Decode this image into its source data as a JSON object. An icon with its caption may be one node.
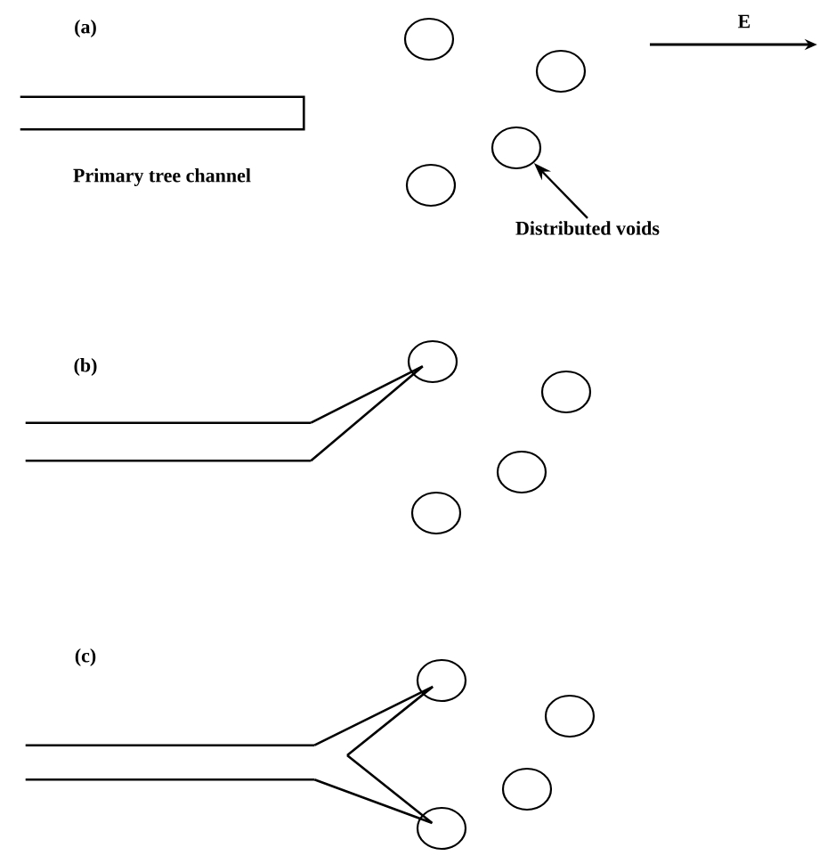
{
  "diagram": {
    "nodes": [
      {
        "text": [],
        "shape": "bar",
        "beside": [
          "Primary tree channel"
        ]
      },
      {
        "text": [],
        "shape": "circle"
      },
      {
        "text": [],
        "shape": "circle"
      },
      {
        "text": [],
        "shape": "circle"
      },
      {
        "text": [],
        "shape": "circle"
      },
      {
        "text": [
          "Distributed voids"
        ]
      },
      {
        "text": [],
        "shape": "bar"
      },
      {
        "text": [],
        "shape": "circle"
      },
      {
        "text": [],
        "shape": "circle"
      },
      {
        "text": [],
        "shape": "circle"
      },
      {
        "text": [],
        "shape": "circle"
      },
      {
        "text": [],
        "shape": "bar"
      },
      {
        "text": [],
        "shape": "circle"
      },
      {
        "text": [],
        "shape": "circle"
      },
      {
        "text": [],
        "shape": "circle"
      },
      {
        "text": [],
        "shape": "circle"
      }
    ],
    "edges": [
      {
        "from": 5,
        "to": 3,
        "arrow": "to"
      },
      {
        "from": 6,
        "to": 7,
        "arrow": "none"
      },
      {
        "from": 11,
        "to": 12,
        "arrow": "none"
      },
      {
        "from": 11,
        "to": 15,
        "arrow": "none"
      }
    ],
    "labels": [
      "(a)",
      "E",
      "(b)",
      "(c)"
    ]
  }
}
